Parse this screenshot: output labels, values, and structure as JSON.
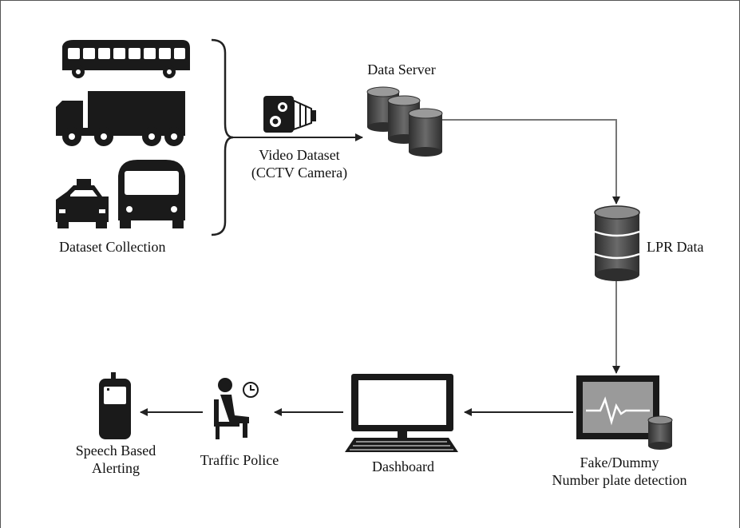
{
  "labels": {
    "dataset_collection": "Dataset Collection",
    "video_dataset_line1": "Video Dataset",
    "video_dataset_line2": "(CCTV Camera)",
    "data_server": "Data Server",
    "lpr_data": "LPR Data",
    "detection_line1": "Fake/Dummy",
    "detection_line2": "Number plate detection",
    "dashboard": "Dashboard",
    "traffic_police": "Traffic Police",
    "alerting_line1": "Speech Based",
    "alerting_line2": "Alerting"
  },
  "icons": {
    "bus": "bus-icon",
    "truck": "truck-icon",
    "taxi": "taxi-icon",
    "city_bus": "city-bus-icon",
    "camera": "cctv-camera-icon",
    "servers": "database-stack-icon",
    "lpr_db": "database-icon",
    "monitor": "heartbeat-monitor-icon",
    "computer": "computer-icon",
    "police": "seated-person-icon",
    "clock": "clock-icon",
    "phone": "mobile-phone-icon"
  },
  "colors": {
    "line": "#555555",
    "icon_dark": "#1a1a1a",
    "db_dark": "#3a3a3a",
    "db_light": "#8c8c8c"
  }
}
